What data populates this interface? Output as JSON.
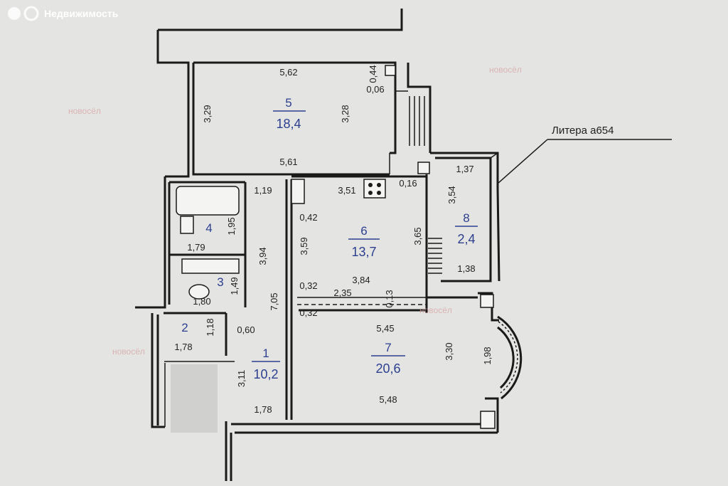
{
  "watermark": {
    "site_logo": "Недвижимость",
    "brand": "новосёл"
  },
  "litera_label": "Литера а654",
  "rooms": [
    {
      "num": "1",
      "area": "10,2"
    },
    {
      "num": "2",
      "area": ""
    },
    {
      "num": "3",
      "area": ""
    },
    {
      "num": "4",
      "area": ""
    },
    {
      "num": "5",
      "area": "18,4"
    },
    {
      "num": "6",
      "area": "13,7"
    },
    {
      "num": "7",
      "area": "20,6"
    },
    {
      "num": "8",
      "area": "2,4"
    }
  ],
  "dimensions": {
    "r5_top": "5,62",
    "r5_left": "3,29",
    "r5_right": "3,28",
    "r5_bottom": "5,61",
    "r5_small_a": "0,44",
    "r5_small_b": "0,06",
    "r8_top": "1,37",
    "r8_side": "3,54",
    "r8_bottom": "1,38",
    "r4_top": "1,19",
    "r4_side": "1,95",
    "r4_bottom": "1,79",
    "corr_side": "3,94",
    "r3_side": "1,49",
    "r3_bottom": "1,80",
    "r1_long": "7,05",
    "r1_small": "0,60",
    "r1_side": "3,11",
    "r1_bottom": "1,78",
    "r2_side": "1,18",
    "r2_bottom": "1,78",
    "r6_top": "3,51",
    "r6_small": "0,16",
    "r6_a": "0,42",
    "r6_left": "3,59",
    "r6_right": "3,65",
    "r6_bottom": "3,84",
    "r6_b": "0,32",
    "r6_c": "2,35",
    "r6_d": "0,13",
    "r7_a": "0,32",
    "r7_top": "5,45",
    "r7_right": "3,30",
    "r7_bay": "1,98",
    "r7_bottom": "5,48"
  },
  "colors": {
    "background": "#e4e4e2",
    "ink": "#1a1a1a",
    "room_numbers": "#2c3f8f",
    "watermark": "#d6a0a0"
  }
}
